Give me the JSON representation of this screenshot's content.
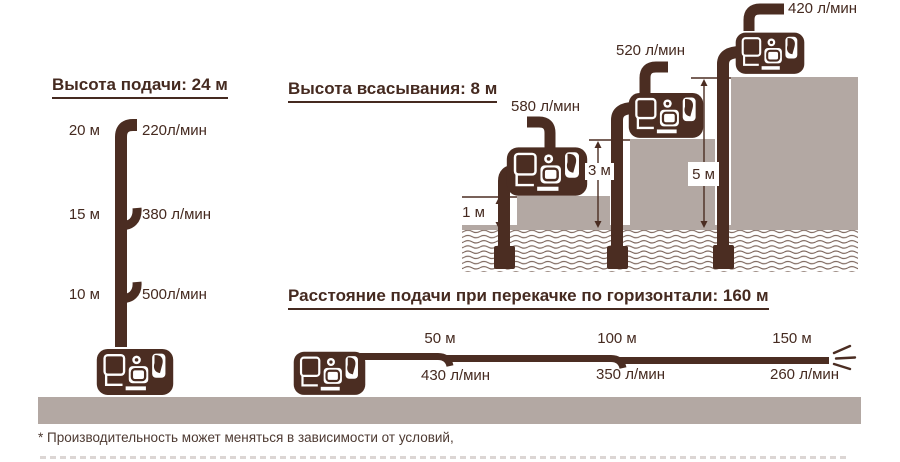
{
  "colors": {
    "brown": "#4b2d22",
    "text": "#452a20",
    "gray": "#b3a8a3",
    "wave": "#7b645a"
  },
  "delivery_section": {
    "heading": "Высота подачи: 24 м",
    "outlets": [
      {
        "height": "20 м",
        "flow": "220л/мин"
      },
      {
        "height": "15 м",
        "flow": "380 л/мин"
      },
      {
        "height": "10 м",
        "flow": "500л/мин"
      }
    ]
  },
  "suction_section": {
    "heading": "Высота всасывания: 8 м",
    "pumps": [
      {
        "flow": "580 л/мин",
        "depth": "1 м"
      },
      {
        "flow": "520 л/мин",
        "depth": "3 м"
      },
      {
        "flow": "420 л/мин",
        "depth": "5 м"
      }
    ]
  },
  "horizontal_section": {
    "heading": "Расстояние подачи при перекачке по горизонтали: 160 м",
    "segments": [
      {
        "distance": "50 м",
        "flow": "430 л/мин"
      },
      {
        "distance": "100 м",
        "flow": "350 л/мин"
      },
      {
        "distance": "150 м",
        "flow": "260 л/мин"
      }
    ]
  },
  "footnote": "* Производительность может меняться в зависимости от условий,"
}
